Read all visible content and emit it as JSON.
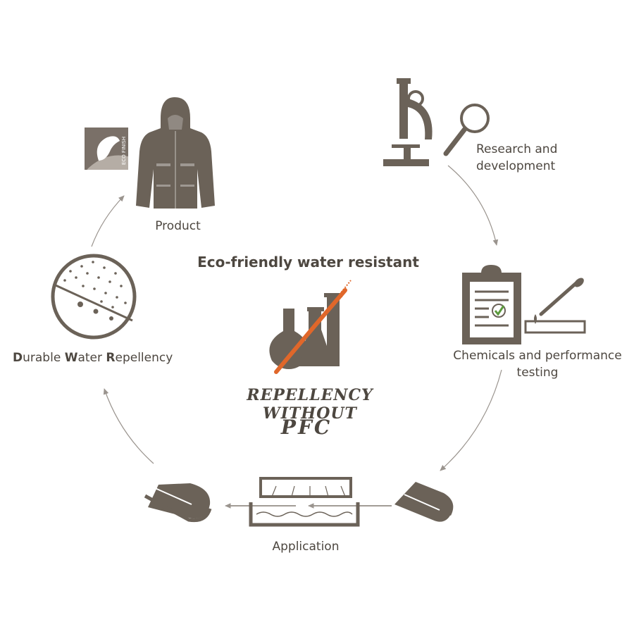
{
  "title": "Eco-friendly water resistant",
  "slogan": {
    "line1": "REPELLENCY WITHOUT",
    "line2": "PFC"
  },
  "badge": {
    "text": "ECO FINISH"
  },
  "steps": {
    "product": {
      "label": "Product"
    },
    "research": {
      "line1": "Research and",
      "line2": "development"
    },
    "chemicals": {
      "line1": "Chemicals and performance",
      "line2": "testing"
    },
    "application": {
      "label": "Application"
    },
    "dwr": {
      "d": "D",
      "d_rest": "urable ",
      "w": "W",
      "w_rest": "ater ",
      "r": "R",
      "r_rest": "epellency"
    }
  },
  "colors": {
    "icon": "#6b6258",
    "text": "#4d4740",
    "strike": "#e0672a",
    "arrow": "#9a948e"
  }
}
